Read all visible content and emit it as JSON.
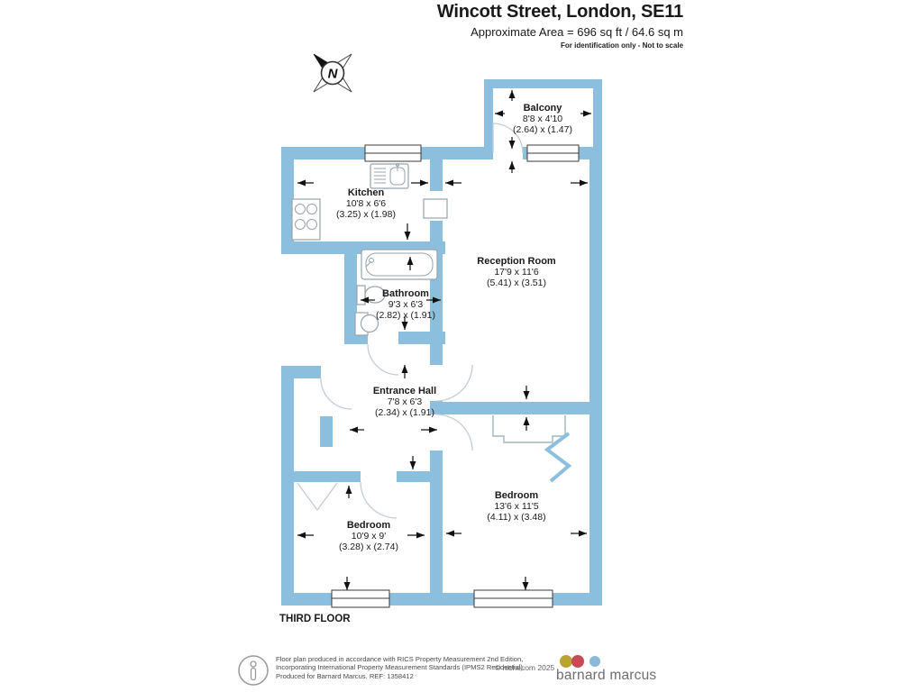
{
  "header": {
    "title": "Wincott Street, London, SE11",
    "area": "Approximate Area = 696 sq ft / 64.6 sq m",
    "disclaimer": "For identification only - Not to scale"
  },
  "compass": {
    "label": "N"
  },
  "floor_label": "THIRD FLOOR",
  "rooms": {
    "balcony": {
      "name": "Balcony",
      "imperial": "8'8 x 4'10",
      "metric": "(2.64) x (1.47)"
    },
    "kitchen": {
      "name": "Kitchen",
      "imperial": "10'8 x 6'6",
      "metric": "(3.25) x (1.98)"
    },
    "reception": {
      "name": "Reception Room",
      "imperial": "17'9 x 11'6",
      "metric": "(5.41) x (3.51)"
    },
    "bathroom": {
      "name": "Bathroom",
      "imperial": "9'3 x 6'3",
      "metric": "(2.82) x (1.91)"
    },
    "entrance_hall": {
      "name": "Entrance Hall",
      "imperial": "7'8 x 6'3",
      "metric": "(2.34) x (1.91)"
    },
    "bedroom_right": {
      "name": "Bedroom",
      "imperial": "13'6 x 11'5",
      "metric": "(4.11) x (3.48)"
    },
    "bedroom_left": {
      "name": "Bedroom",
      "imperial": "10'9 x 9'",
      "metric": "(3.28) x (2.74)"
    }
  },
  "footer": {
    "lines": [
      "Floor plan produced in accordance with RICS Property Measurement 2nd Edition,",
      "Incorporating International Property Measurement Standards (IPMS2 Residential).",
      "Produced for Barnard Marcus.  REF: 1358412"
    ],
    "copyright": "© nichecom 2025",
    "brand": "barnard marcus"
  },
  "colors": {
    "wall": "#8cbfdd",
    "door": "#c3ccd3",
    "line": "#9db6c4",
    "fixture": "#97a3ab",
    "dot-yellow": "#bba235",
    "dot-red": "#c43a49",
    "dot-blue": "#8ab9d9"
  }
}
